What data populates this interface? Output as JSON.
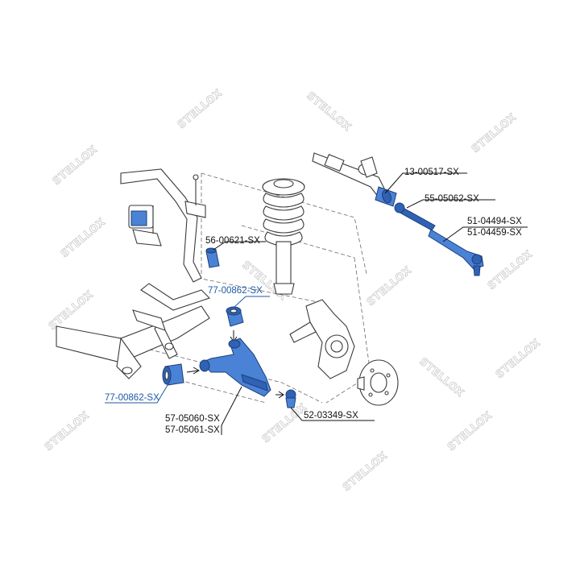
{
  "watermark": {
    "text": "STELLOX"
  },
  "labels": {
    "steering_rack": "13-00517-SX",
    "inner_tie_rod": "55-05062-SX",
    "tie_rod_end_1": "51-04494-SX",
    "tie_rod_end_2": "51-04459-SX",
    "stabilizer_link": "56-00621-SX",
    "bushing_upper": "77-00862-SX",
    "bushing_lower": "77-00862-SX",
    "control_arm_1": "57-05060-SX",
    "control_arm_2": "57-05061-SX",
    "ball_joint": "52-03349-SX"
  },
  "colors": {
    "highlight": "#4a83d6",
    "highlight_dark": "#2f62b4",
    "label_blue": "#1c5aa6",
    "label_black": "#111111"
  }
}
